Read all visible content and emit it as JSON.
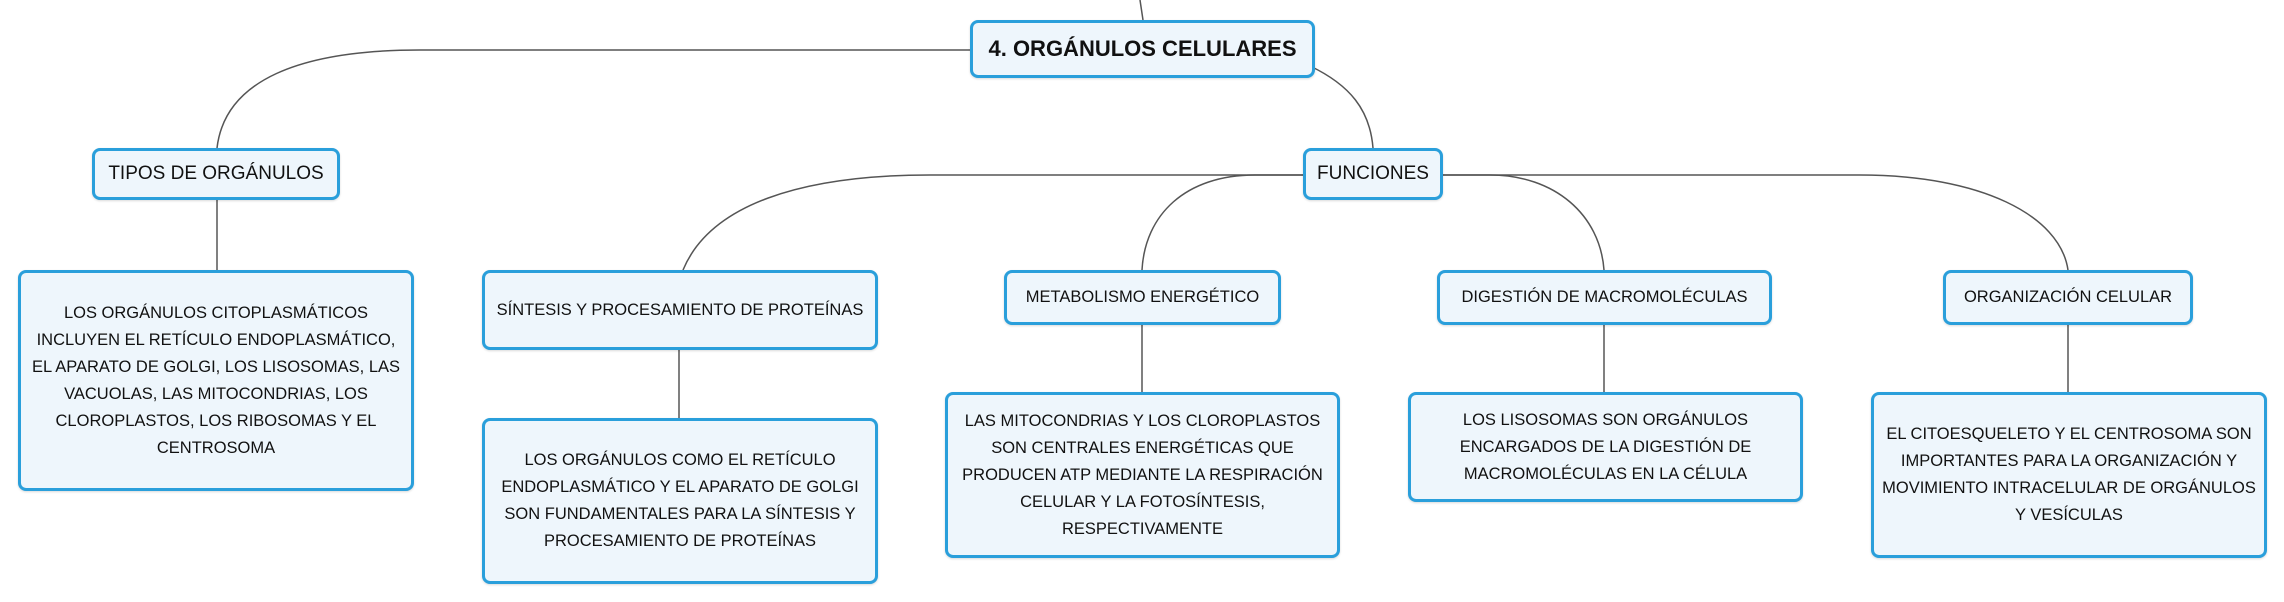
{
  "colors": {
    "border": "#2a9fdb",
    "fill": "#eef6fc",
    "link": "#555555"
  },
  "nodes": {
    "root": "4. ORGÁNULOS CELULARES",
    "tipos": "TIPOS DE ORGÁNULOS",
    "funciones": "FUNCIONES",
    "tipos_detail": "LOS ORGÁNULOS CITOPLASMÁTICOS INCLUYEN EL RETÍCULO ENDOPLASMÁTICO, EL APARATO DE GOLGI, LOS LISOSOMAS, LAS VACUOLAS, LAS MITOCONDRIAS, LOS CLOROPLASTOS, LOS RIBOSOMAS Y EL CENTROSOMA",
    "sintesis": "SÍNTESIS Y PROCESAMIENTO DE PROTEÍNAS",
    "sintesis_detail": "LOS ORGÁNULOS COMO EL RETÍCULO ENDOPLASMÁTICO Y EL APARATO DE GOLGI SON FUNDAMENTALES PARA LA SÍNTESIS Y PROCESAMIENTO DE PROTEÍNAS",
    "metabolismo": "METABOLISMO ENERGÉTICO",
    "metabolismo_detail": "LAS MITOCONDRIAS Y LOS CLOROPLASTOS SON CENTRALES ENERGÉTICAS QUE PRODUCEN ATP MEDIANTE LA RESPIRACIÓN CELULAR Y LA FOTOSÍNTESIS, RESPECTIVAMENTE",
    "digestion": "DIGESTIÓN DE MACROMOLÉCULAS",
    "digestion_detail": "LOS LISOSOMAS SON ORGÁNULOS ENCARGADOS DE LA DIGESTIÓN DE MACROMOLÉCULAS EN LA CÉLULA",
    "organizacion": "ORGANIZACIÓN CELULAR",
    "organizacion_detail": "EL CITOESQUELETO Y EL CENTROSOMA SON IMPORTANTES PARA LA ORGANIZACIÓN Y MOVIMIENTO INTRACELULAR DE ORGÁNULOS Y VESÍCULAS"
  }
}
